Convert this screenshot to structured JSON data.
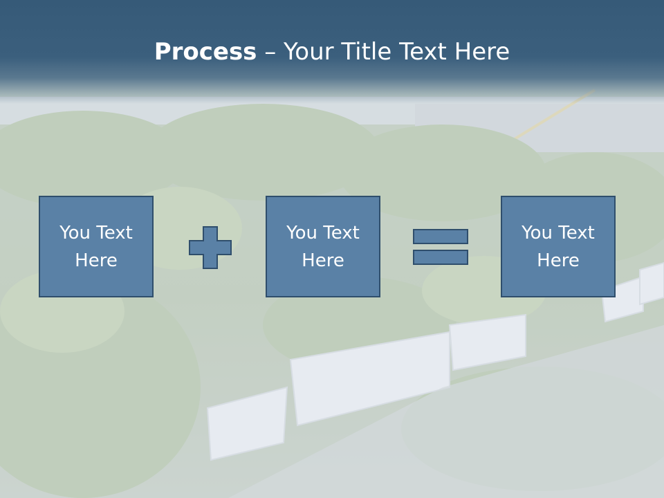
{
  "slide": {
    "title_bold": "Process",
    "title_rest": " – Your Title Text Here",
    "boxes": [
      {
        "text": "You Text Here"
      },
      {
        "text": "You Text Here"
      },
      {
        "text": "You Text Here"
      }
    ],
    "operators": [
      "plus-icon",
      "equals-icon"
    ]
  },
  "colors": {
    "header": "#3b5f7d",
    "box_fill": "#5a81a6",
    "box_border": "#2f4e6c",
    "text": "#ffffff"
  }
}
